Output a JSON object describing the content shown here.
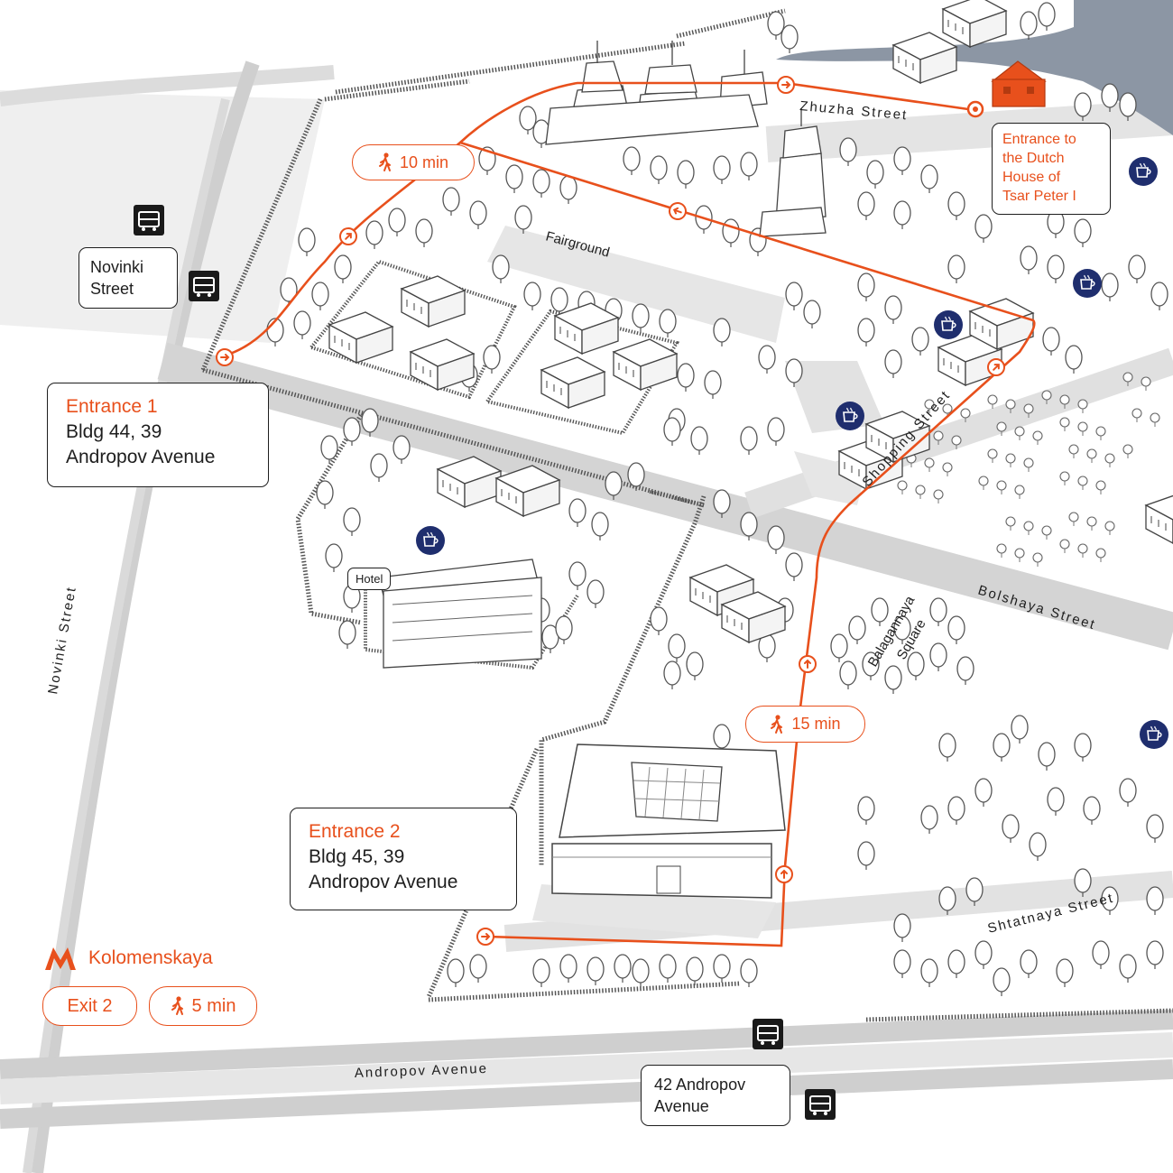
{
  "map": {
    "route_color": "#e8501c",
    "cafe_color": "#1f2e6e",
    "ink_color": "#1e1e1e",
    "streets": {
      "zhuzha": "Zhuzha Street",
      "novinki": "Novinki Street",
      "bolshaya": "Bolshaya Street",
      "shopping": "Shopping Street",
      "shtatnaya": "Shtatnaya Street",
      "andropov": "Andropov Avenue"
    },
    "places": {
      "fairground": "Fairground",
      "balagannaya_1": "Balagannaya",
      "balagannaya_2": "Square",
      "hotel": "Hotel"
    },
    "callouts": {
      "entrance1": {
        "title": "Entrance 1",
        "line1": "Bldg 44, 39",
        "line2": "Andropov Avenue"
      },
      "entrance2": {
        "title": "Entrance 2",
        "line1": "Bldg 45, 39",
        "line2": "Andropov Avenue"
      },
      "dutch_house": {
        "line1": "Entrance to",
        "line2": "the Dutch",
        "line3": "House of",
        "line4": "Tsar Peter I"
      },
      "novinki_stop": {
        "line1": "Novinki",
        "line2": "Street"
      },
      "andropov_stop": {
        "line1": "42 Andropov",
        "line2": "Avenue"
      }
    },
    "walk_times": {
      "route_north": "10 min",
      "route_south": "15 min",
      "metro": "5 min"
    },
    "metro": {
      "station": "Kolomenskaya",
      "exit": "Exit 2",
      "icon": "metro-m-icon"
    },
    "icons": {
      "bus": "bus-stop-icon",
      "cafe": "cafe-icon",
      "walk": "pedestrian-icon",
      "arrow": "route-arrow-icon"
    }
  }
}
